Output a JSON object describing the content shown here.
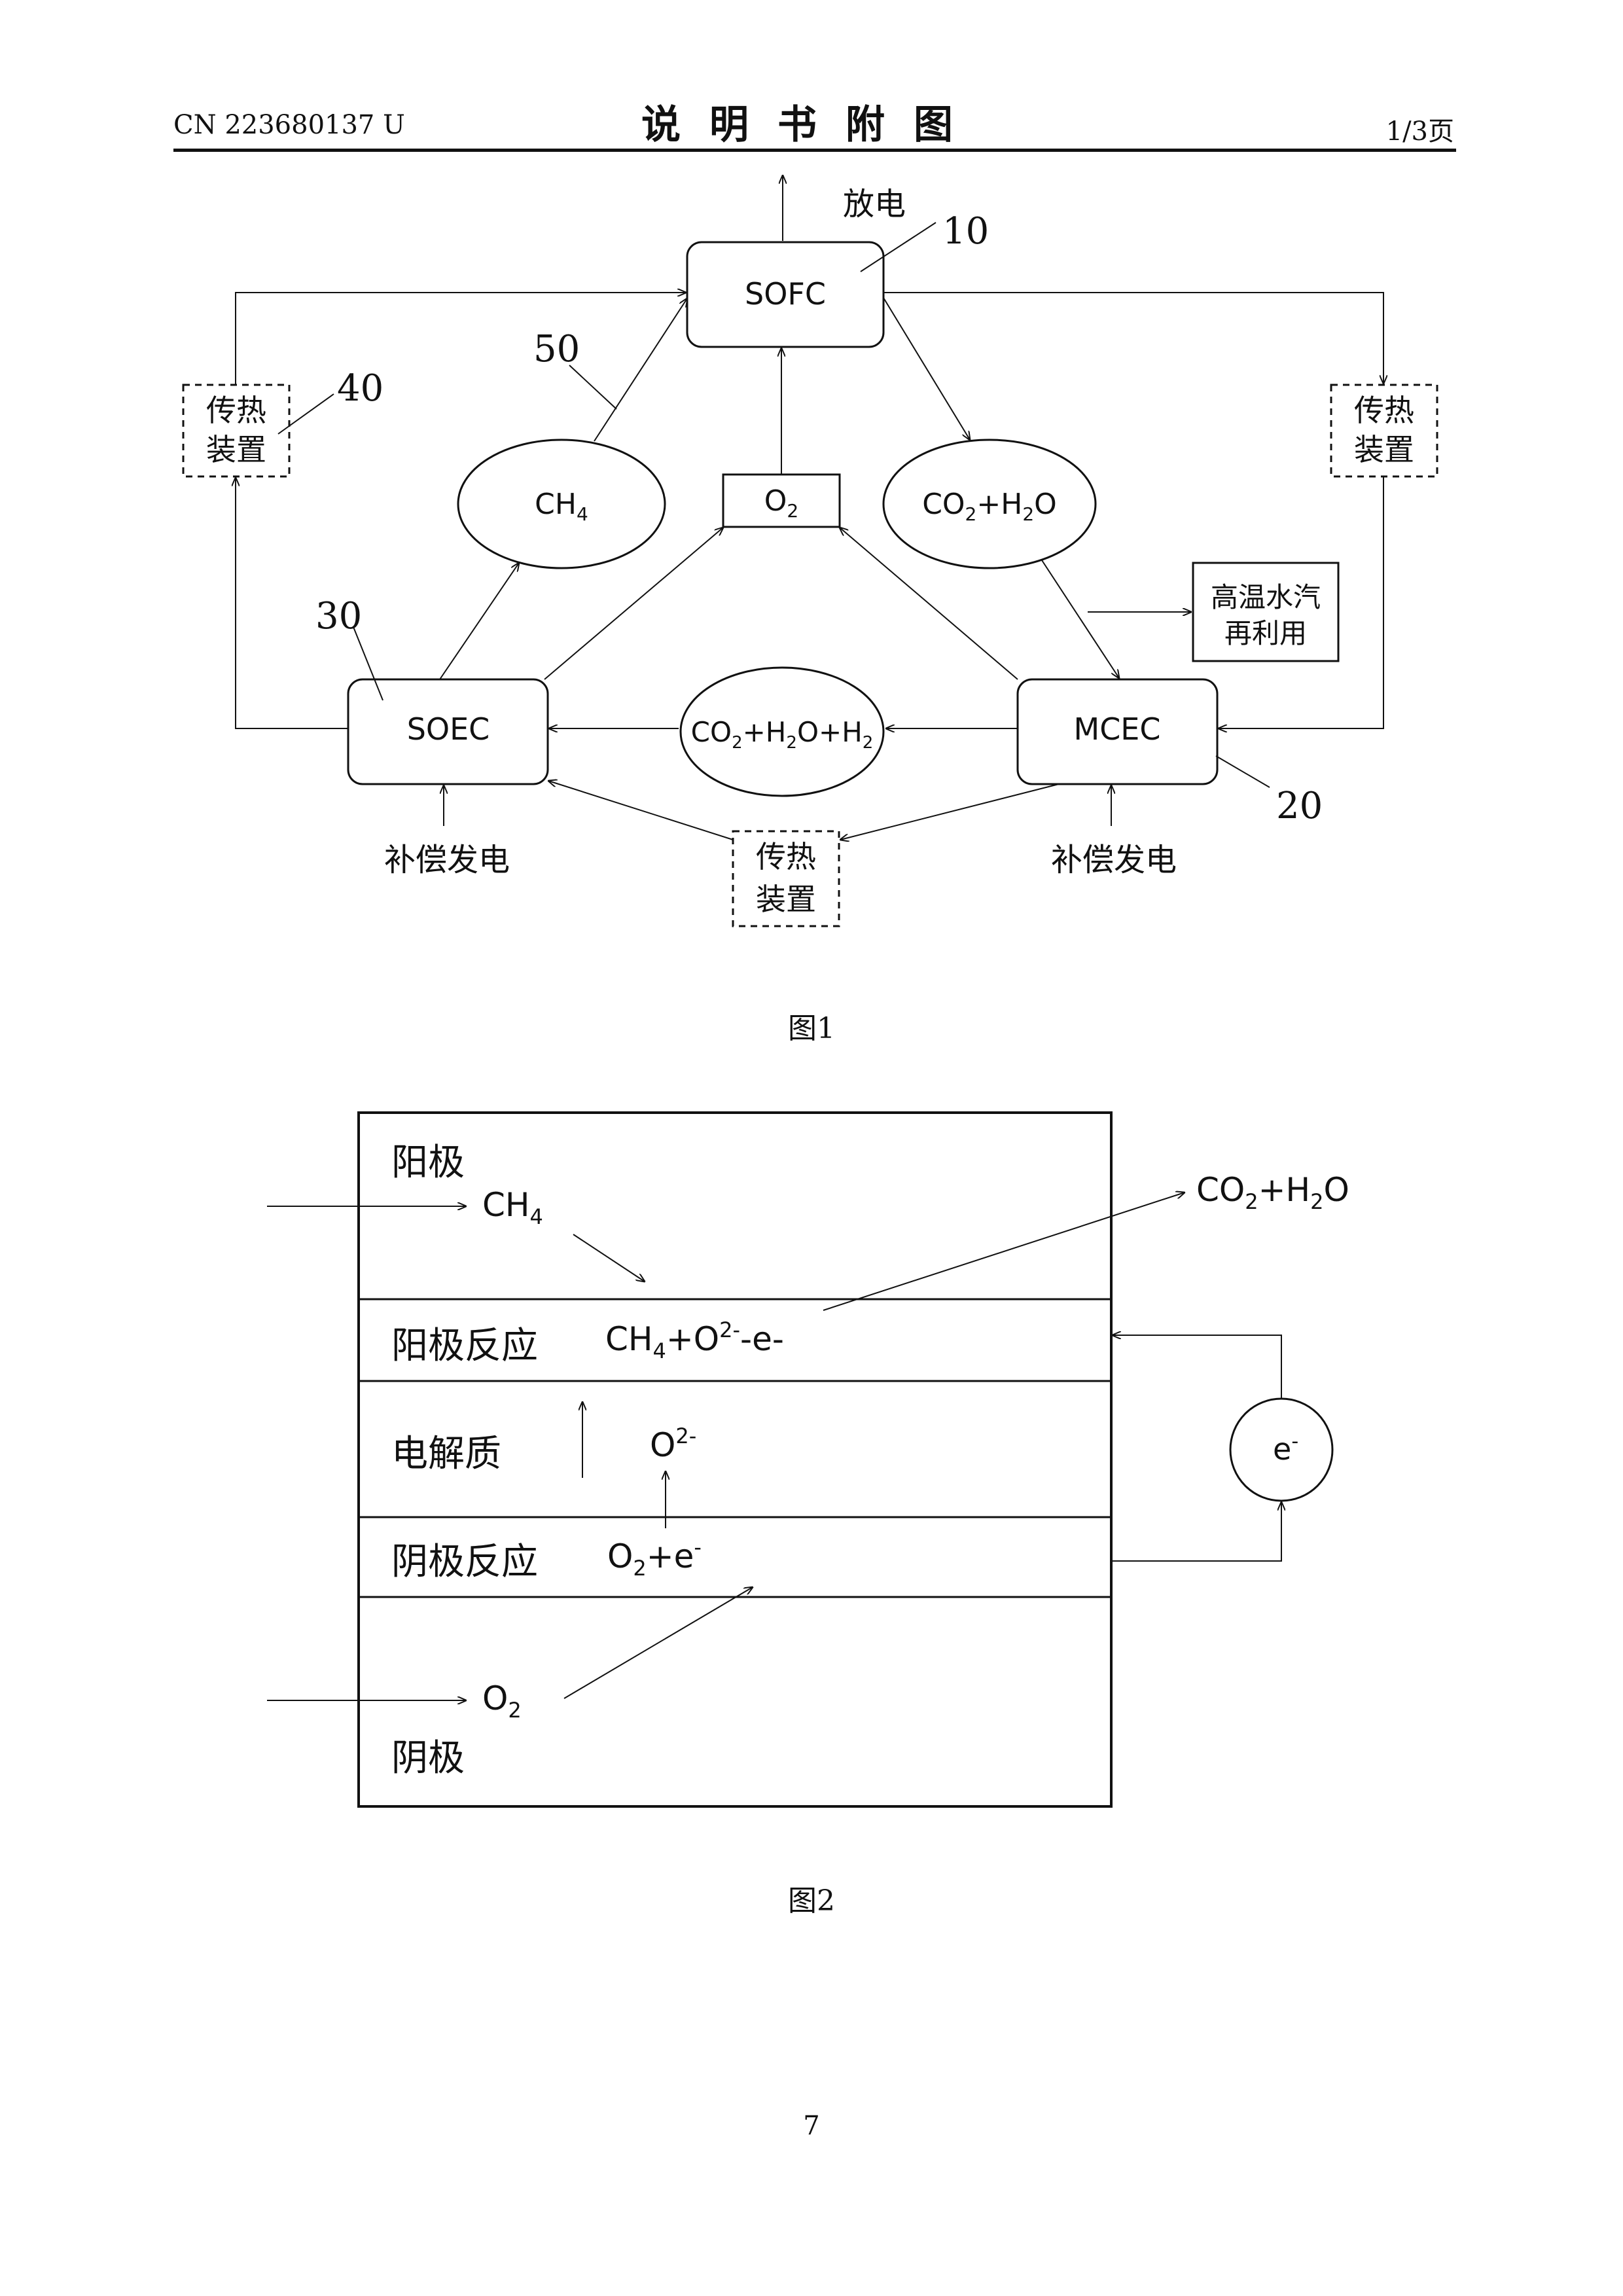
{
  "header": {
    "doc_number": "CN 223680137 U",
    "title": "说明书附图",
    "page_of": "1/3页"
  },
  "figure1": {
    "caption": "图1",
    "nodes": {
      "sofc": "SOFC",
      "soec": "SOEC",
      "mcec": "MCEC",
      "ch4": "CH4",
      "o2": "O2",
      "co2_h2o": "CO2+H2O",
      "co2_h2o_h2": "CO2+H2O+H2",
      "steam_reuse_line1": "高温水汽",
      "steam_reuse_line2": "再利用",
      "heat_left_line1": "传热",
      "heat_left_line2": "装置",
      "heat_right_line1": "传热",
      "heat_right_line2": "装置",
      "heat_bottom_line1": "传热",
      "heat_bottom_line2": "装置",
      "discharge": "放电",
      "comp_power_left": "补偿发电",
      "comp_power_right": "补偿发电"
    },
    "refs": {
      "r10": "10",
      "r20": "20",
      "r30": "30",
      "r40": "40",
      "r50": "50"
    }
  },
  "figure2": {
    "caption": "图2",
    "layers": {
      "anode": "阳极",
      "anode_reaction": "阳极反应",
      "electrolyte": "电解质",
      "cathode_reaction": "阴极反应",
      "cathode": "阴极"
    },
    "species": {
      "ch4_in": "CH4",
      "anode_eq": "CH4+O2--e-",
      "o2_ion": "O2-",
      "cathode_eq": "O2+e-",
      "o2_in": "O2",
      "co2_h2o_out": "CO2+H2O",
      "electron": "e-"
    }
  },
  "footer": {
    "page_number": "7"
  }
}
